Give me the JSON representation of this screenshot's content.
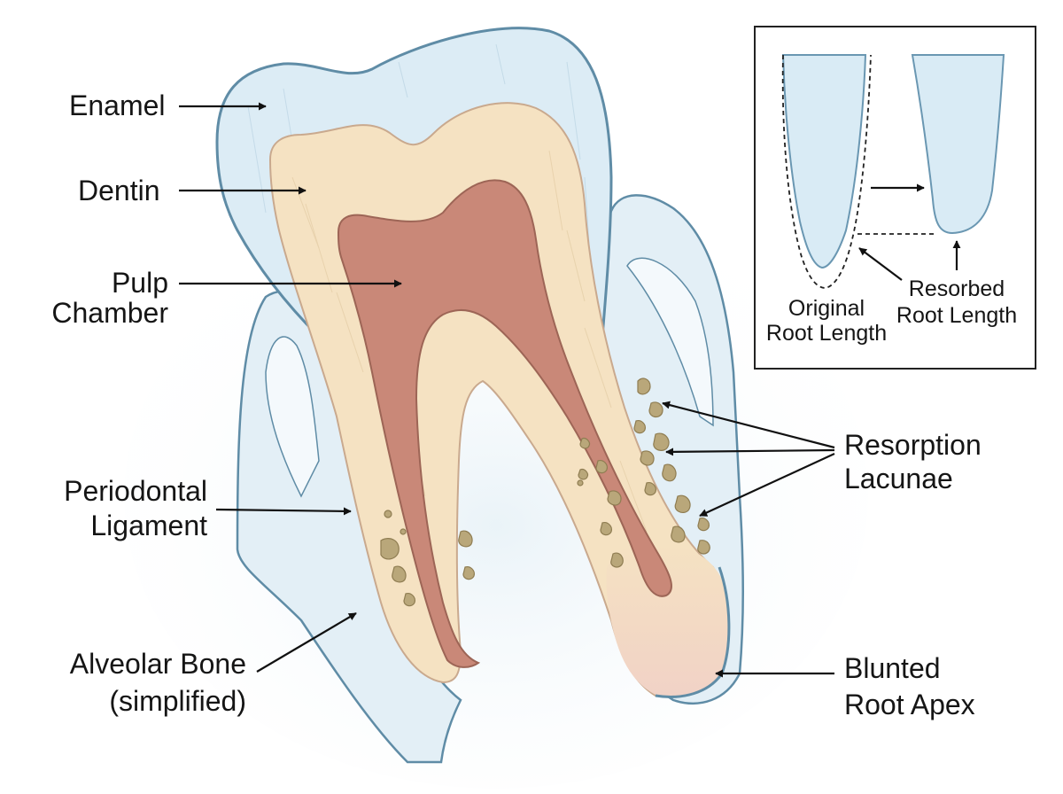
{
  "labels": {
    "enamel": "Enamel",
    "dentin": "Dentin",
    "pulp_chamber": [
      "Pulp",
      "Chamber"
    ],
    "periodontal_ligament": [
      "Periodontal",
      "Ligament"
    ],
    "alveolar_bone": [
      "Alveolar Bone",
      "(simplified)"
    ],
    "resorption_lacunae": [
      "Resorption",
      "Lacunae"
    ],
    "blunted_root_apex": [
      "Blunted",
      "Root Apex"
    ]
  },
  "inset": {
    "original_root_length": [
      "Original",
      "Root Length"
    ],
    "resorbed_root_length": [
      "Resorbed",
      "Root Length"
    ]
  },
  "colors": {
    "enamel": "#dcecf5",
    "tissue_outline": "#5f8ca6",
    "dentin": "#f5e2c2",
    "pulp": "#c98878",
    "bone": "#e6f1f7",
    "lacunae": "#b9a77a",
    "root_tip": "#f3d8cc"
  }
}
